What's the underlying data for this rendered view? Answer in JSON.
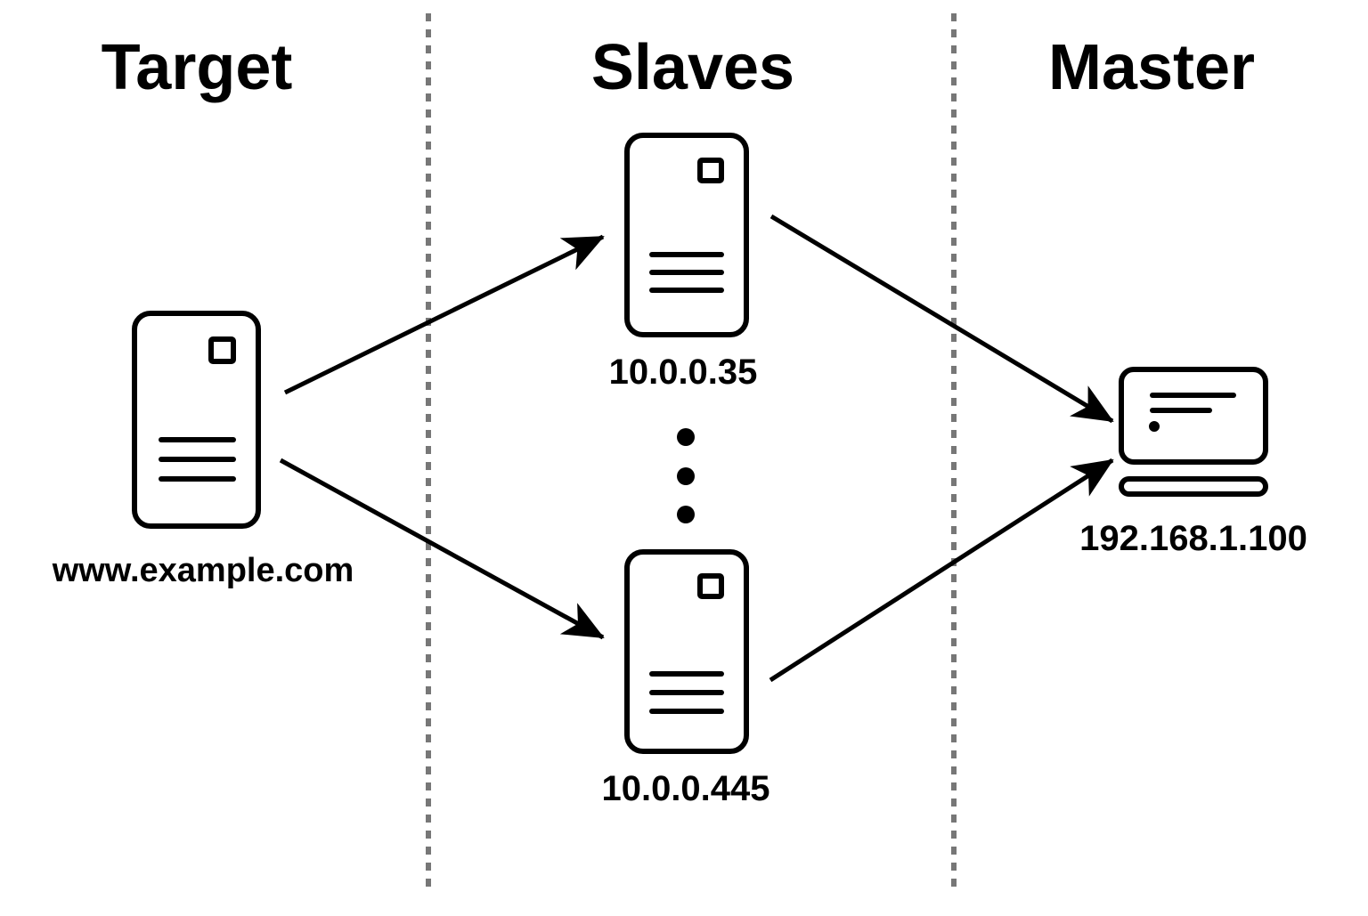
{
  "columns": {
    "target": "Target",
    "slaves": "Slaves",
    "master": "Master"
  },
  "nodes": {
    "target": {
      "label": "www.example.com",
      "icon": "server-icon"
    },
    "slave_top": {
      "label": "10.0.0.35",
      "icon": "server-icon"
    },
    "slave_bottom": {
      "label": "10.0.0.445",
      "icon": "server-icon"
    },
    "master": {
      "label": "192.168.1.100",
      "icon": "laptop-icon"
    }
  },
  "ellipsis_icon": "vertical-ellipsis-icon",
  "colors": {
    "stroke": "#000000",
    "divider": "#777777",
    "background": "#ffffff"
  }
}
